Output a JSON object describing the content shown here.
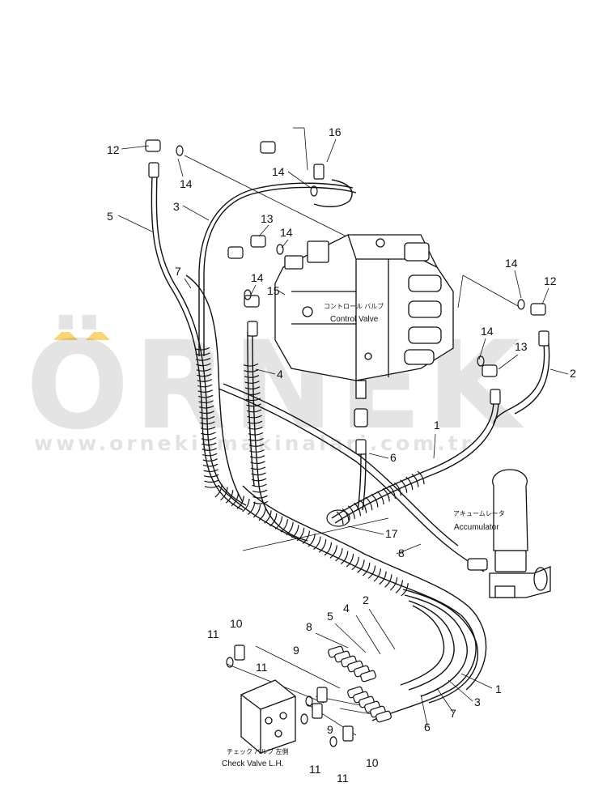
{
  "watermark": {
    "brand": "ÖRNEK",
    "url": "www.ornekismakinalari.com.tr",
    "accent_color": "#f2b400"
  },
  "components": {
    "control_valve": {
      "label_ja": "コントロール バルブ",
      "label_en": "Control Valve"
    },
    "accumulator": {
      "label_ja": "アキュームレータ",
      "label_en": "Accumulator"
    },
    "check_valve": {
      "label_ja": "チェック バルブ 左側",
      "label_en": "Check Valve L.H."
    }
  },
  "callouts": [
    "12",
    "14",
    "5",
    "3",
    "16",
    "14",
    "13",
    "14",
    "7",
    "14",
    "15",
    "14",
    "12",
    "14",
    "13",
    "2",
    "4",
    "1",
    "6",
    "17",
    "8",
    "10",
    "11",
    "4",
    "2",
    "5",
    "8",
    "9",
    "11",
    "9",
    "1",
    "3",
    "7",
    "6",
    "11",
    "10",
    "11"
  ]
}
